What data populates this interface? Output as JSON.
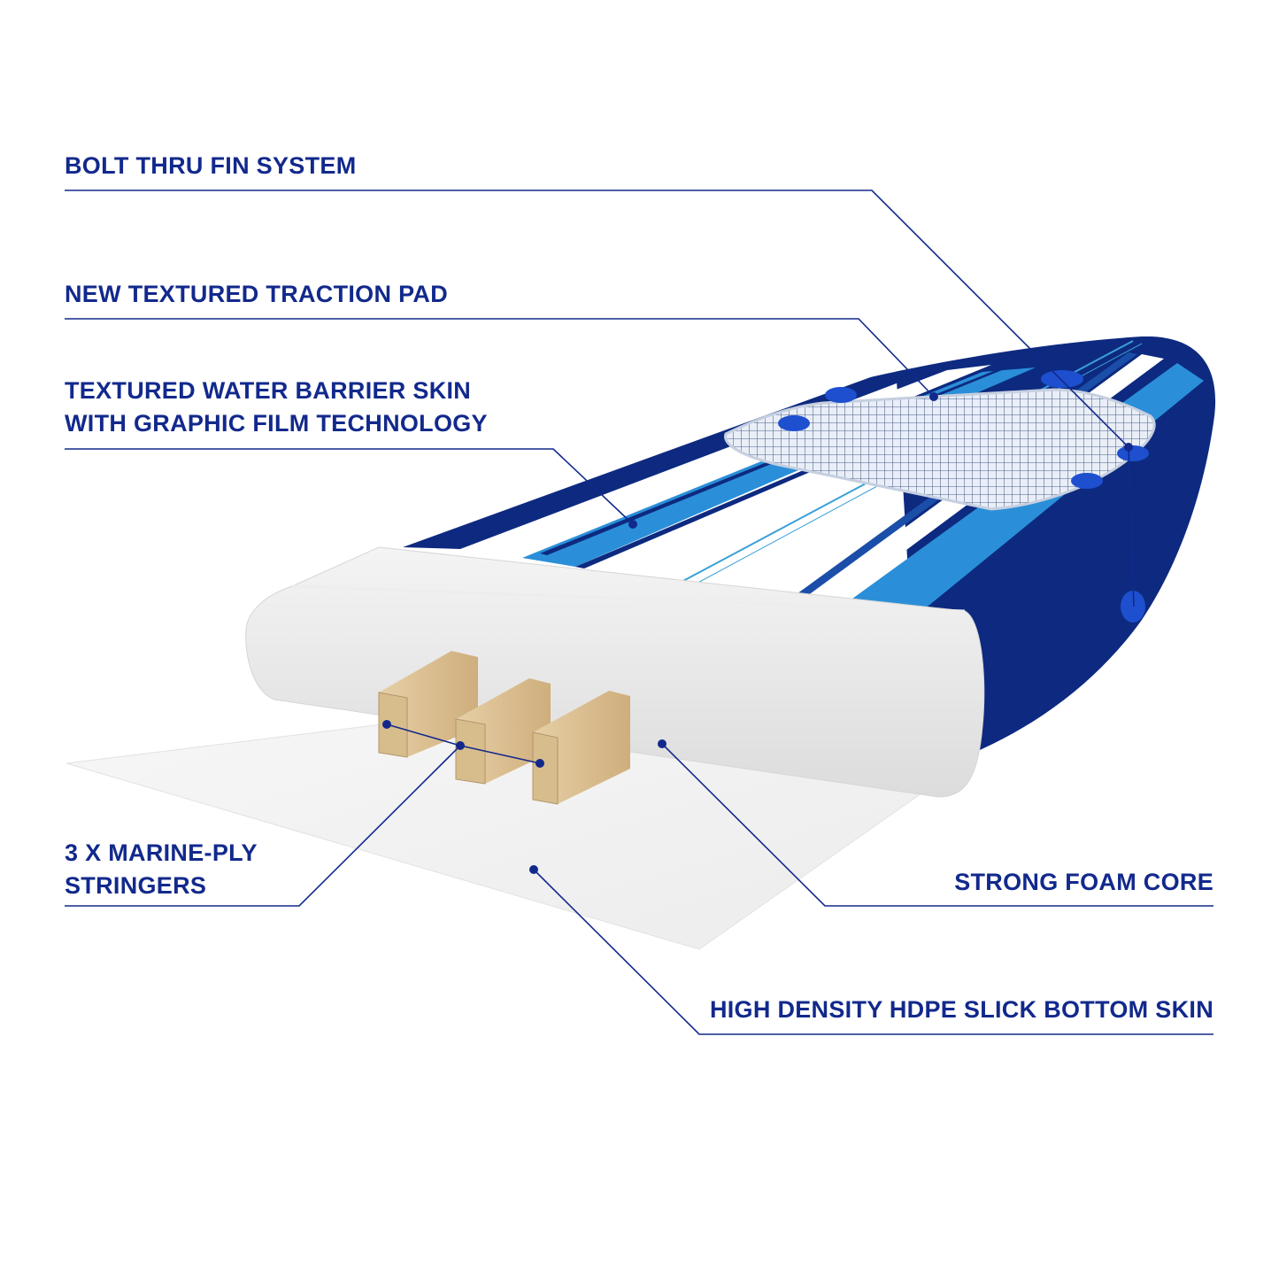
{
  "diagram": {
    "accent_color": "#12298c",
    "labels": {
      "fin_system": "BOLT THRU FIN SYSTEM",
      "traction_pad": "NEW TEXTURED TRACTION PAD",
      "skin_line1": "TEXTURED WATER BARRIER SKIN",
      "skin_line2": "WITH GRAPHIC FILM TECHNOLOGY",
      "stringers_line1": "3 X MARINE-PLY",
      "stringers_line2": "STRINGERS",
      "foam_core": "STRONG FOAM CORE",
      "bottom_skin": "HIGH DENSITY HDPE SLICK BOTTOM SKIN"
    }
  }
}
